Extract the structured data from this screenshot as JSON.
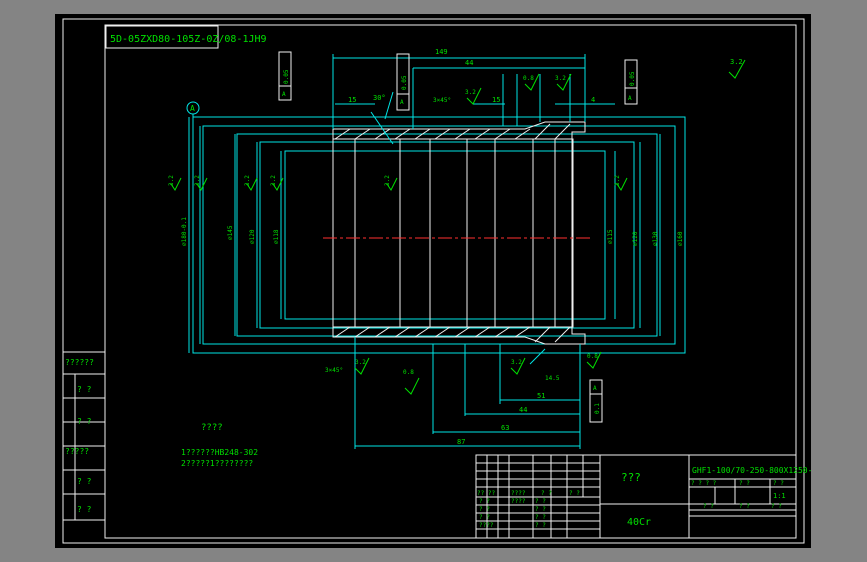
{
  "title_block": {
    "drawing_code": "5D-05ZXD80-105Z-0Z/08-1JH9",
    "part_number": "GHF1-100/70-250-800X1250-05",
    "part_name": "???",
    "material": "40Cr",
    "scale": "1:1",
    "sheet_label": "? ? ? ?",
    "cells": {
      "top_a": "? ?",
      "top_b": "? ?",
      "r1_a": "?? ??",
      "r1_b": "????",
      "r1_c": "? ?",
      "r1_d": "? ?",
      "r2_a": "? ?",
      "r2_b": "????",
      "r2_c": "? ?",
      "r3_a": "? ?",
      "r3_c": "? ?",
      "r4_a": "? ?",
      "r4_c": "? ?",
      "r5_a": "????",
      "r5_c": "? ?",
      "bot_a": "? ?",
      "bot_b": "? ?",
      "bot_c": "? ?"
    }
  },
  "side_table": [
    "??????",
    "? ?",
    "? ?",
    "?????",
    "? ?",
    "? ?"
  ],
  "notes": {
    "heading": "????",
    "line1": "1??????HB248-302",
    "line2": "2?????1????????"
  },
  "general_roughness": "3.2",
  "datum_label": "A",
  "dimensions": {
    "top_total": "149",
    "top_mid": "44",
    "top_left": "15",
    "top_right_small": "4",
    "top_center": "15",
    "angle": "30°",
    "chamfer": "3×45°",
    "bottom_1": "44",
    "bottom_2": "51",
    "bottom_3": "63",
    "bottom_4": "87",
    "bottom_small": "3×45°",
    "bottom_r": "14.5",
    "dia_1": "⌀180-0.1",
    "dia_2": "⌀145",
    "dia_3": "⌀120",
    "dia_4": "⌀118",
    "dia_5": "⌀115",
    "dia_6": "⌀120",
    "dia_7": "⌀130",
    "dia_8": "⌀160"
  },
  "roughness": [
    "3.2",
    "3.2",
    "3.2",
    "3.2",
    "3.2",
    "3.2",
    "3.2",
    "0.8",
    "3.2",
    "0.8",
    "3.2",
    "3.2",
    "0.8"
  ],
  "tolerance_frames": {
    "f1_value": "0.05",
    "f1_datum": "A",
    "f2_value": "0.05",
    "f2_datum": "A",
    "f3_value": "0.05",
    "f3_datum": "A",
    "f4_value": "0.1",
    "f4_datum": "A"
  }
}
